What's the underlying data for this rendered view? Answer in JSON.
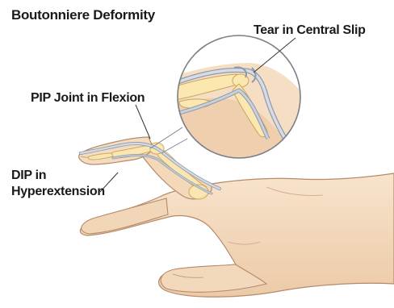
{
  "title": "Boutonniere Deformity",
  "labels": {
    "tear_central_slip": "Tear in Central Slip",
    "pip_joint": "PIP Joint in Flexion",
    "dip_line1": "DIP in",
    "dip_line2": "Hyperextension"
  },
  "colors": {
    "skin": "#f4dcc0",
    "skin_shadow": "#e2bf9c",
    "skin_outline": "#b48a6a",
    "bone": "#fbe8b0",
    "bone_outline": "#c9a45a",
    "tendon": "#c5ccd8",
    "tendon_outline": "#8f98a8",
    "leader_line": "#333333",
    "magnifier_ring": "#7a7f88"
  }
}
